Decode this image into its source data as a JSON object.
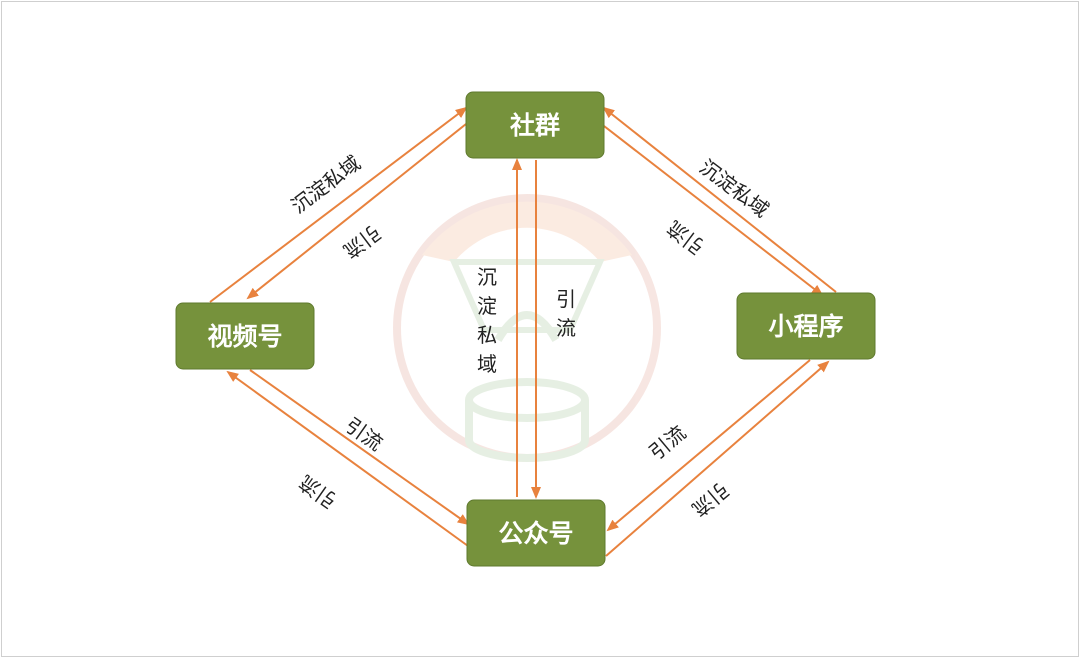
{
  "nodes": {
    "community": "社群",
    "video_account": "视频号",
    "mini_program": "小程序",
    "official_account": "公众号"
  },
  "edge_labels": {
    "video_to_community": "沉淀私域",
    "community_to_video": "引流",
    "miniprogram_to_community": "沉淀私域",
    "community_to_miniprogram": "引流",
    "official_to_community_chars": [
      "沉",
      "淀",
      "私",
      "域"
    ],
    "community_to_official_chars": [
      "引",
      "流"
    ],
    "video_to_official": "引流",
    "official_to_video": "引流",
    "miniprogram_to_official": "引流",
    "official_to_miniprogram": "引流"
  },
  "colors": {
    "node_fill": "#76923c",
    "node_text": "#ffffff",
    "arrow": "#e8823e"
  }
}
